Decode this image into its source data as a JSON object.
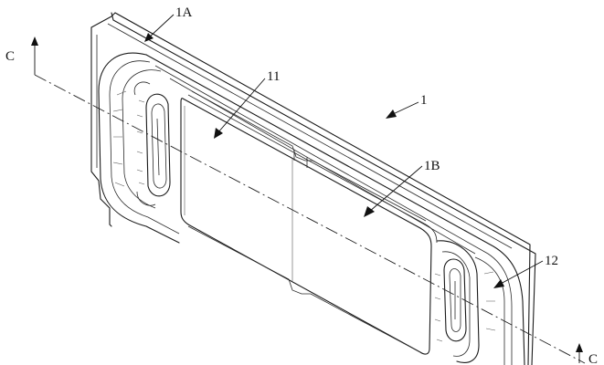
{
  "labels": {
    "part_1": "1",
    "part_1A": "1A",
    "part_1B": "1B",
    "part_11": "11",
    "part_12": "12",
    "section_c_top": "C",
    "section_c_bottom": "C"
  }
}
